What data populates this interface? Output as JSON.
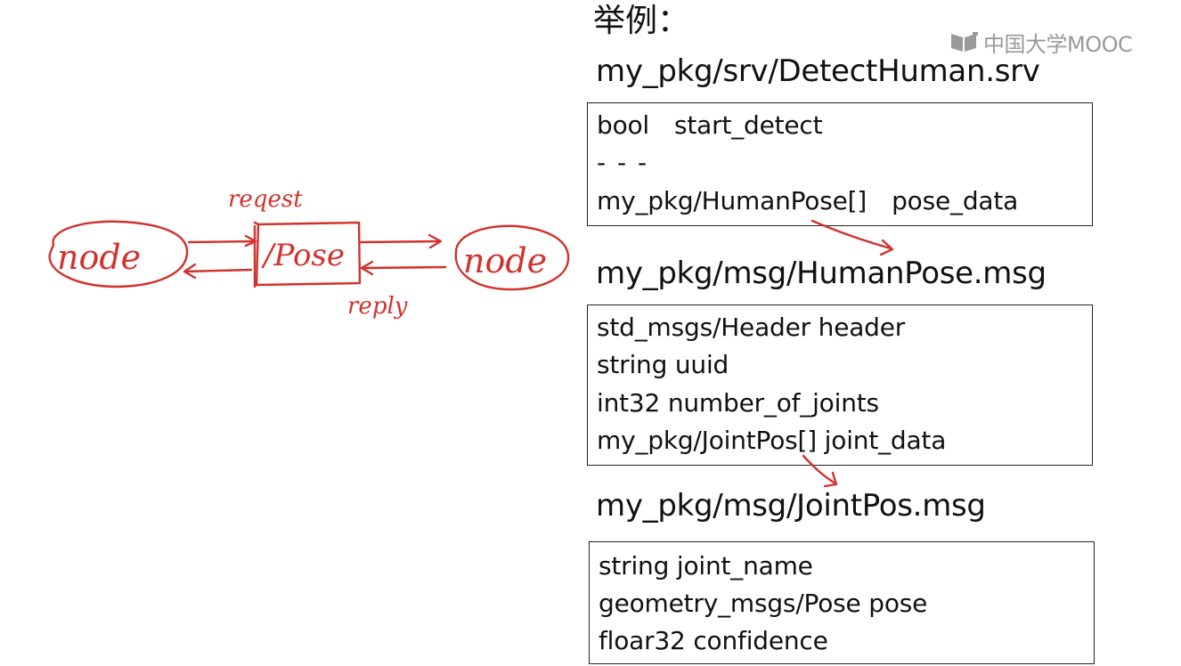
{
  "header": {
    "title": "举例："
  },
  "logo": {
    "text": "中国大学MOOC",
    "icon": "mooc-book-icon",
    "text_color": "#9a9a9a"
  },
  "srv": {
    "title": "my_pkg/srv/DetectHuman.srv",
    "lines": [
      {
        "type": "bool",
        "name": "start_detect"
      },
      {
        "separator": "- - -"
      },
      {
        "type": "my_pkg/HumanPose[]",
        "name": "pose_data"
      }
    ]
  },
  "human_pose_msg": {
    "title": "my_pkg/msg/HumanPose.msg",
    "lines": [
      "std_msgs/Header header",
      "string uuid",
      "int32 number_of_joints",
      "my_pkg/JointPos[] joint_data"
    ]
  },
  "joint_pos_msg": {
    "title": "my_pkg/msg/JointPos.msg",
    "lines": [
      "string joint_name",
      "geometry_msgs/Pose pose",
      "floar32 confidence"
    ]
  },
  "diagram": {
    "left_node": "node",
    "right_node": "node",
    "service": "/Pose",
    "request_label": "reqest",
    "reply_label": "reply",
    "ink_color": "#d2322d"
  }
}
